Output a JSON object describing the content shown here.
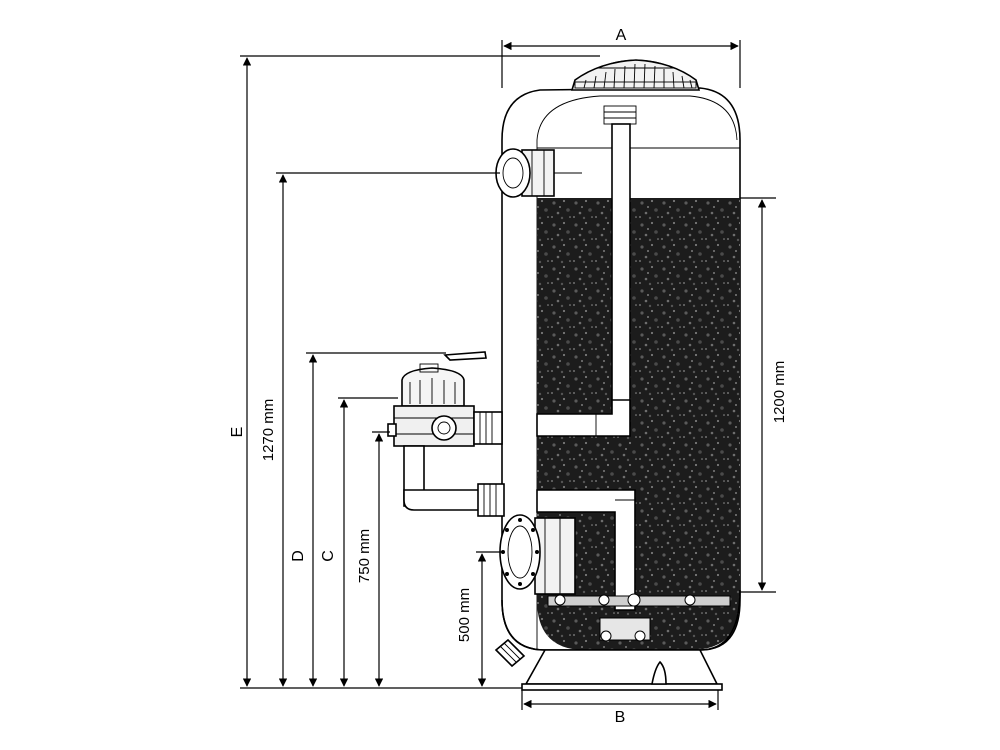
{
  "figure": {
    "labels": {
      "A": "A",
      "B": "B",
      "C": "C",
      "D": "D",
      "E": "E"
    },
    "dimensions": {
      "d1270": "1270 mm",
      "d1200": "1200 mm",
      "d750": "750 mm",
      "d500": "500 mm"
    },
    "colors": {
      "line": "#000000",
      "media": "#1c1c1c",
      "background": "#ffffff"
    }
  }
}
